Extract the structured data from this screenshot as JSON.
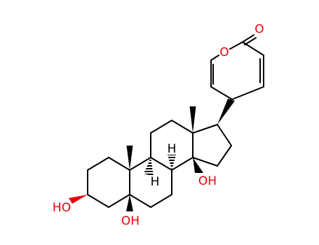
{
  "colors": {
    "bond": "#000000",
    "heteroatom": "#e5000b",
    "background": "#ffffff"
  },
  "labels": {
    "oxo": "O",
    "ring_oxygen": "O",
    "hydroxyl_3": "HO",
    "hydroxyl_5": "OH",
    "hydroxyl_14": "OH",
    "hydrogen_8": "H",
    "hydrogen_9": "H"
  }
}
